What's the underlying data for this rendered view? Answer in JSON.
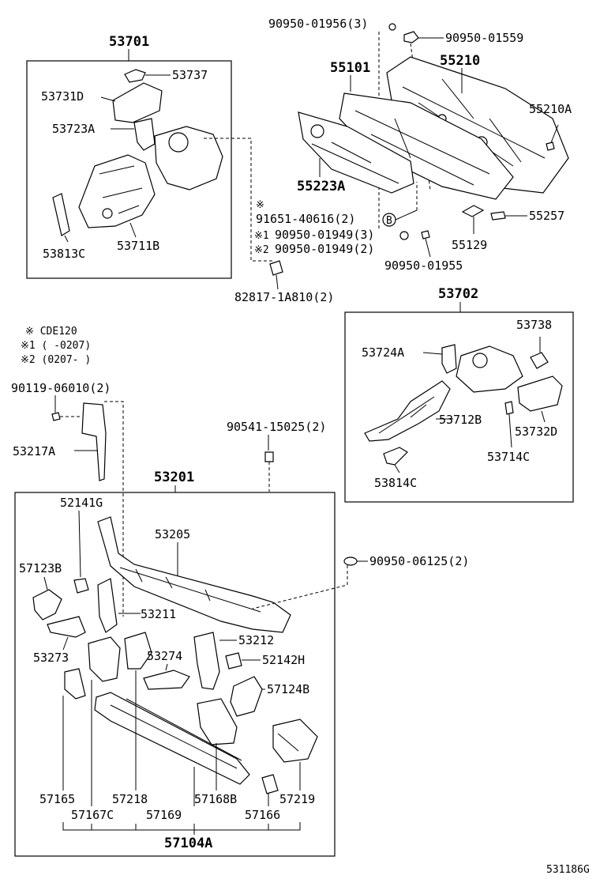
{
  "groups": {
    "g53701": "53701",
    "g53702": "53702",
    "g53201": "53201",
    "g57104A": "57104A"
  },
  "parts": {
    "p53737": "53737",
    "p53731D": "53731D",
    "p53723A": "53723A",
    "p53813C": "53813C",
    "p53711B": "53711B",
    "p90950_01956": "90950-01956(3)",
    "p90950_01559": "90950-01559",
    "p55101": "55101",
    "p55210": "55210",
    "p55210A": "55210A",
    "p55223A": "55223A",
    "p91651": "91651-40616(2)",
    "p90950_01949a": "90950-01949(3)",
    "p90950_01949b": "90950-01949(2)",
    "p55257": "55257",
    "p55129": "55129",
    "p90950_01955": "90950-01955",
    "p82817": "82817-1A810(2)",
    "p53738": "53738",
    "p53724A": "53724A",
    "p53712B": "53712B",
    "p53732D": "53732D",
    "p53714C": "53714C",
    "p53814C": "53814C",
    "p90119": "90119-06010(2)",
    "p53217A": "53217A",
    "p90541": "90541-15025(2)",
    "p52141G": "52141G",
    "p53205": "53205",
    "p90950_06125": "90950-06125(2)",
    "p57123B": "57123B",
    "p53211": "53211",
    "p53273": "53273",
    "p53212": "53212",
    "p53274": "53274",
    "p52142H": "52142H",
    "p57124B": "57124B",
    "p57165": "57165",
    "p57218": "57218",
    "p57168B": "57168B",
    "p57219": "57219",
    "p57167C": "57167C",
    "p57169": "57169",
    "p57166": "57166"
  },
  "marks": {
    "star": "※",
    "star1": "※1",
    "star2": "※2",
    "circleB": "B"
  },
  "legend": {
    "l1": "※ CDE120",
    "l2": "※1 (      -0207)",
    "l3": "※2 (0207-      )"
  },
  "footer": {
    "code": "531186G"
  }
}
